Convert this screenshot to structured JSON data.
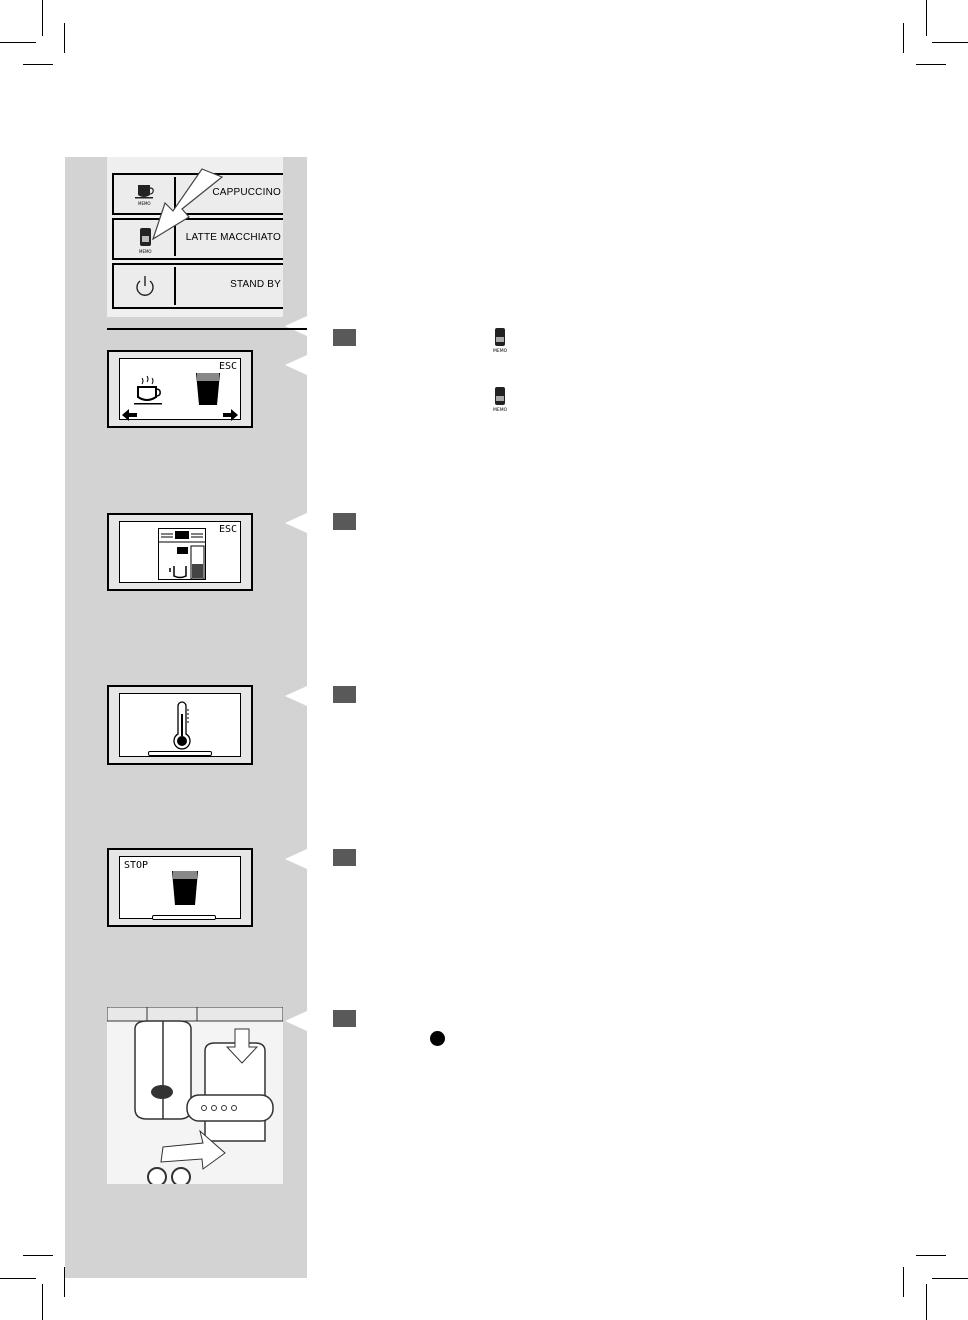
{
  "page": {
    "background": "#ffffff",
    "sidebar_color": "#d3d3d3",
    "step_marker_color": "#595959"
  },
  "control_panel": {
    "rows": [
      {
        "icon": "cappuccino-cup-icon",
        "memo_label": "MEMO",
        "label": "CAPPUCCINO"
      },
      {
        "icon": "latte-glass-icon",
        "memo_label": "MEMO",
        "label": "LATTE MACCHIATO"
      },
      {
        "icon": "power-icon",
        "label": "STAND BY"
      }
    ],
    "arrow": "press-arrow"
  },
  "steps": [
    {
      "number": "",
      "screen": {
        "corner_label": "ESC",
        "icons": [
          "hot-cup-icon",
          "latte-glass-icon",
          "arrow-left-icon",
          "arrow-right-icon"
        ]
      },
      "inline_icons": [
        {
          "icon": "latte-memo-icon",
          "label": "MEMO"
        },
        {
          "icon": "latte-memo-icon",
          "label": "MEMO"
        }
      ]
    },
    {
      "number": "",
      "screen": {
        "corner_label": "ESC",
        "icons": [
          "machine-dispense-icon"
        ]
      }
    },
    {
      "number": "",
      "screen": {
        "icons": [
          "thermometer-icon"
        ],
        "progress": "empty"
      }
    },
    {
      "number": "",
      "screen": {
        "corner_label": "STOP",
        "icons": [
          "latte-glass-icon"
        ],
        "progress": "empty"
      }
    },
    {
      "number": "",
      "illustration": "milk-carafe-photo",
      "bullet": "filled-circle"
    }
  ]
}
